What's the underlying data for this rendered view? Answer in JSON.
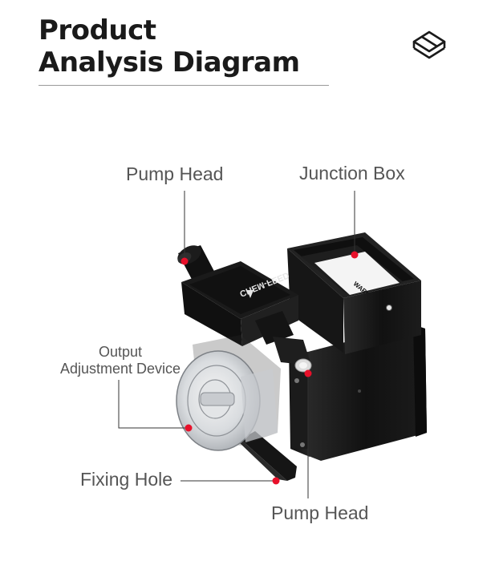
{
  "header": {
    "title_line1": "Product",
    "title_line2": "Analysis Diagram",
    "logo_icon": "layers-cube-icon"
  },
  "product": {
    "brand_text": "CHEM-FEED",
    "warning_text": "WARNING"
  },
  "callouts": {
    "pump_head_top": "Pump Head",
    "junction_box": "Junction Box",
    "output_line1": "Output",
    "output_line2": "Adjustment Device",
    "fixing_hole": "Fixing Hole",
    "pump_head_bottom": "Pump Head"
  },
  "colors": {
    "marker": "#e8102a",
    "leader": "#333333",
    "label": "#555555"
  }
}
